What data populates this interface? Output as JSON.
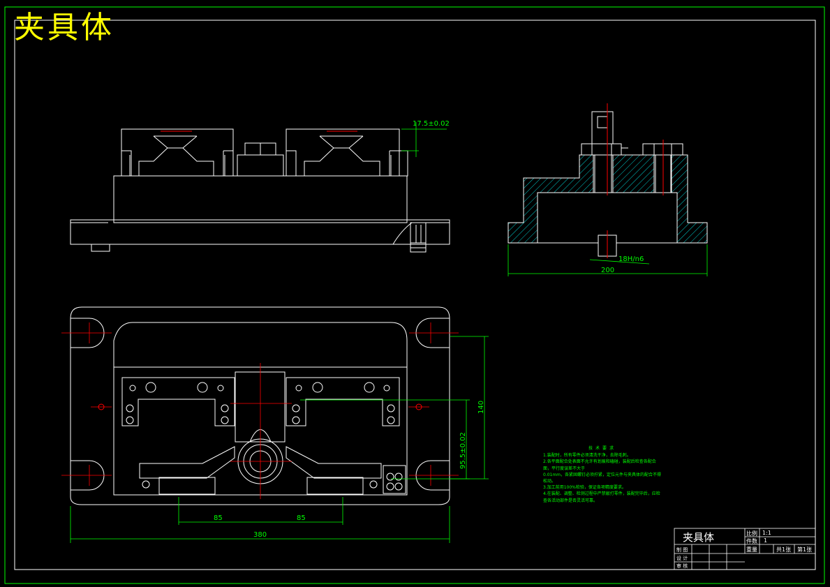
{
  "drawing": {
    "title": "夹具体"
  },
  "dimensions": {
    "top_fit": "17.5±0.02",
    "side_width": "200",
    "side_fit": "18H/n6",
    "plan_half_left": "85",
    "plan_half_right": "85",
    "plan_total": "380",
    "plan_height": "140",
    "plan_offset": "95.5±0.02"
  },
  "notes": {
    "heading": "技术要求",
    "lines": [
      "1.装配时，所有零件必须清洗干净，去除毛刺。",
      "2.各平面配合处表面不允许有划痕和磕碰，装配后检查各配合面，平行度误差不大于",
      "0.01mm，各紧固螺钉必须拧紧，定位元件与夹具体的配合不得松动。",
      "3.加工前用100%检验，保证各项精度要求。",
      "4.在装配、调整、检测过程中严禁敲打零件，装配完毕后，应检查各活动部件是否灵活可靠。"
    ]
  },
  "title_block": {
    "name": "夹具体",
    "scale_label": "比例",
    "scale_value": "1:1",
    "qty_label": "件数",
    "qty_value": "1",
    "weight_label": "重量",
    "sheet_total": "共1张",
    "sheet_no": "第1张",
    "drawn_label": "制 图",
    "design_label": "设 计",
    "check_label": "审 核"
  },
  "colors": {
    "frame": "#00ff00",
    "outline": "#ffffff",
    "centerline": "#ff0000",
    "hatch": "#00ffff",
    "title": "#ffff00"
  }
}
